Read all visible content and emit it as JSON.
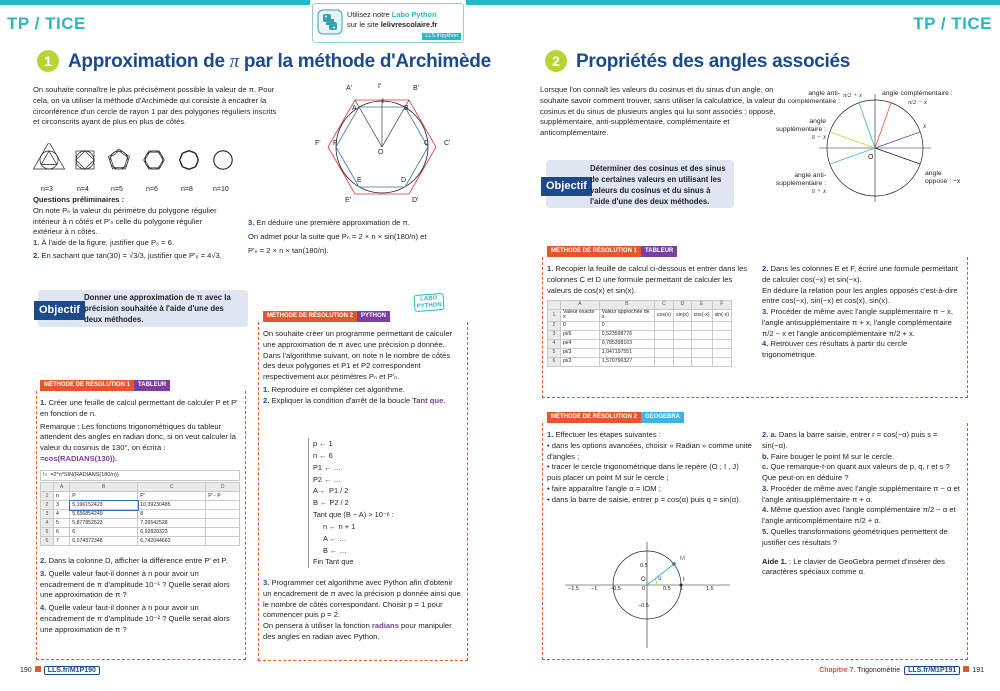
{
  "header": {
    "tp_left": "TP / TICE",
    "tp_right": "TP / TICE",
    "banner_line1_prefix": "Utilisez notre ",
    "banner_line1_link": "Labo Python",
    "banner_line2_prefix": "sur le site ",
    "banner_line2_link": "lelivrescolaire.fr",
    "banner_tag": "LLS.fr/python"
  },
  "left": {
    "number": "1",
    "title_a": "Approximation de ",
    "title_pi": "π",
    "title_b": " par la méthode d'Archimède",
    "intro": "On souhaite connaître le plus précisément possible la valeur de π. Pour cela, on va utiliser la méthode d'Archimède qui consiste à encadrer la circonférence d'un cercle de rayon 1 par des polygones réguliers inscrits et circonscrits ayant de plus en plus de côtés.",
    "polygons": [
      "n=3",
      "n=4",
      "n=5",
      "n=6",
      "n=8",
      "n=10"
    ],
    "fig_labels": [
      "A'",
      "I'",
      "B'",
      "A",
      "I",
      "B",
      "F'",
      "F",
      "C",
      "C'",
      "O",
      "E",
      "D",
      "E'",
      "D'"
    ],
    "questions_title": "Questions préliminaires :",
    "q_intro": "On note Pₙ la valeur du périmètre du polygone régulier intérieur à n côtés et P'ₙ celle du polygone régulier extérieur à n côtés.",
    "q1_num": "1.",
    "q1": " À l'aide de la figure, justifier que P₆ = 6.",
    "q2_num": "2.",
    "q2": " En sachant que tan(30) = √3/3, justifier que P'₆ = 4√3.",
    "q3_num": "3.",
    "q3": " En déduire une première approximation de π.",
    "q3_b": "On admet pour la suite que Pₙ = 2 × n × sin(180/n) et",
    "q3_c": "P'ₙ = 2 × n × tan(180/n).",
    "objectif_tag": "Objectif",
    "objectif_text": "Donner une approximation de π avec la précision souhaitée à l'aide d'une des deux méthodes.",
    "m1_a": "MÉTHODE DE RÉSOLUTION 1",
    "m1_b": "TABLEUR",
    "m1_q1_num": "1.",
    "m1_q1": " Créer une feuille de calcul permettant de calculer P et P' en fonction de n.",
    "m1_rem": "Remarque : Les fonctions trigonométriques du tableur attendent des angles en radian donc, si on veut calculer la valeur du cosinus de 130°, on écrira : ",
    "m1_formula": "=cos(RADIANS(130)).",
    "sheet_fx": "=2*n*SIN(RADIANS(180/n))",
    "sheet_cols": [
      "",
      "A",
      "B",
      "C",
      "D"
    ],
    "sheet_rows": [
      [
        "1",
        "n",
        "P",
        "P'",
        "P' - P"
      ],
      [
        "2",
        "3",
        "5,196152423",
        "10,39230485",
        ""
      ],
      [
        "3",
        "4",
        "5,656854249",
        "8",
        ""
      ],
      [
        "4",
        "5",
        "5,877852523",
        "7,26542528",
        ""
      ],
      [
        "5",
        "6",
        "6",
        "6,92820323",
        ""
      ],
      [
        "6",
        "7",
        "6,074372348",
        "6,742044663",
        ""
      ]
    ],
    "m1_q2_num": "2.",
    "m1_q2": " Dans la colonne D, afficher la différence entre P' et P.",
    "m1_q3_num": "3.",
    "m1_q3": " Quelle valeur faut-il donner à n pour avoir un encadrement de π d'amplitude 10⁻¹ ? Quelle serait alors une approximation de π ?",
    "m1_q4_num": "4.",
    "m1_q4": " Quelle valeur faut-il donner à n pour avoir un encadrement de π d'amplitude 10⁻² ? Quelle serait alors une approximation de π ?",
    "m2_a": "MÉTHODE DE RÉSOLUTION 2",
    "m2_b": "PYTHON",
    "labo": "LABO PYTHON",
    "m2_intro": "On souhaite créer un programme permettant de calculer une approximation de π avec une précision p donnée. Dans l'algorithme suivant, on note n le nombre de côtés des deux polygones et P1 et P2 correspondent respectivement aux périmètres Pₙ et P'ₙ.",
    "m2_q1_num": "1.",
    "m2_q1": " Reproduire et compléter cet algorithme.",
    "m2_q2_num": "2.",
    "m2_q2": " Expliquer la condition d'arrêt de la boucle ",
    "m2_q2_kw": "Tant que",
    "m2_q2_end": ".",
    "algo": [
      "p ← 1",
      "n ← 6",
      "P1 ← …",
      "P2 ← …",
      "A ← P1 / 2",
      "B ← P2 / 2",
      "Tant que (B − A) > 10⁻ᵖ :",
      "n ← n + 1",
      "A ← …",
      "B ← …",
      "Fin Tant que"
    ],
    "m2_q3_num": "3.",
    "m2_q3": " Programmer cet algorithme avec Python afin d'obtenir un encadrement de π avec la précision p donnée ainsi que le nombre de côtés correspondant. Choisir p = 1 pour commencer puis p = 2.",
    "m2_q3_b": "On pensera à utiliser la fonction ",
    "m2_q3_kw": "radians",
    "m2_q3_c": " pour manipuler des angles en radian avec Python."
  },
  "right": {
    "number": "2",
    "title": "Propriétés des angles associés",
    "intro": "Lorsque l'on connaît les valeurs du cosinus et du sinus d'un angle, on souhaite savoir comment trouver, sans utiliser la calculatrice, la valeur du cosinus et du sinus de plusieurs angles qui lui sont associés : opposé, supplémentaire, anti-supplémentaire, complémentaire et anticomplémentaire.",
    "circle_labels": {
      "anticomp": "angle anti-",
      "anticomp2": "complémentaire :",
      "anticomp_val": "π/2 + x",
      "comp": "angle complémentaire :",
      "comp_val": "π/2 − x",
      "supp": "angle",
      "supp2": "supplémentaire :",
      "supp_val": "π − x",
      "x": "x",
      "o": "O",
      "antisupp": "angle anti-",
      "antisupp2": "supplémentaire :",
      "antisupp_val": "π + x",
      "opp": "angle",
      "opp2": "opposé : −x"
    },
    "objectif_tag": "Objectif",
    "objectif_text": "Déterminer des cosinus et des sinus de certaines valeurs en utilisant les valeurs du cosinus et du sinus à l'aide d'une des deux méthodes.",
    "m1_a": "MÉTHODE DE RÉSOLUTION 1",
    "m1_b": "TABLEUR",
    "m1_q1_num": "1.",
    "m1_q1": " Recopier la feuille de calcul ci-dessous et entrer dans les colonnes C et D une formule permettant de calculer les valeurs de cos(x) et sin(x).",
    "sheet_cols": [
      "",
      "A",
      "B",
      "C",
      "D",
      "E",
      "F"
    ],
    "sheet_rows": [
      [
        "1",
        "Valeur exacte x",
        "Valeur approchée de x",
        "cos(x)",
        "sin(x)",
        "cos(-x)",
        "sin(-x)"
      ],
      [
        "2",
        "0",
        "0",
        "",
        "",
        "",
        ""
      ],
      [
        "3",
        "pi/6",
        "0,523598776",
        "",
        "",
        "",
        ""
      ],
      [
        "4",
        "pi/4",
        "0,785398163",
        "",
        "",
        "",
        ""
      ],
      [
        "5",
        "pi/3",
        "1,047197551",
        "",
        "",
        "",
        ""
      ],
      [
        "6",
        "pi/2",
        "1,570796327",
        "",
        "",
        "",
        ""
      ]
    ],
    "m1_q2_num": "2.",
    "m1_q2": " Dans les colonnes E et F, écrire une formule permettant de calculer cos(−x) et sin(−x).",
    "m1_q2_b": "En déduire la relation pour les angles opposés c'est-à-dire entre cos(−x), sin(−x) et cos(x), sin(x).",
    "m1_q3_num": "3.",
    "m1_q3": " Procéder de même avec l'angle supplémentaire π − x, l'angle antisupplémentaire π + x, l'angle complémentaire π/2 − x et l'angle anticomplémentaire π/2 + x.",
    "m1_q4_num": "4.",
    "m1_q4": " Retrouver ces résultats à partir du cercle trigonométrique.",
    "m2_a": "MÉTHODE DE RÉSOLUTION 2",
    "m2_b": "GEOGEBRA",
    "m2_q1_num": "1.",
    "m2_q1": " Effectuer les étapes suivantes :",
    "m2_steps": [
      "dans les options avancées, choisir « Radian » comme unité d'angles ;",
      "tracer le cercle trigonométrique dans le repère (O ; I , J) puis placer un point M sur le cercle ;",
      "faire apparaître l'angle α = IOM ;",
      "dans la barre de saisie, entrer p = cos(α) puis q = sin(α)."
    ],
    "m2_q2a_num": "2. a.",
    "m2_q2a": " Dans la barre saisie, entrer r = cos(−α) puis s = sin(−α).",
    "m2_q2b_num": "b.",
    "m2_q2b": " Faire bouger le point M sur le cercle.",
    "m2_q2c_num": "c.",
    "m2_q2c": " Que remarque-t-on quant aux valeurs de p, q, r et s ? Que peut-on en déduire ?",
    "m2_q3_num": "3.",
    "m2_q3": " Procéder de même avec l'angle supplémentaire π − α et l'angle antisupplémentaire π + α.",
    "m2_q4_num": "4.",
    "m2_q4": " Même question avec l'angle complémentaire π/2 − α et l'angle anticomplémentaire π/2 + α.",
    "m2_q5_num": "5.",
    "m2_q5": " Quelles transformations géométriques permettent de justifier ces résultats ?",
    "aide_num": "Aide 1.",
    "aide": " : Le clavier de GeoGebra permet d'insérer des caractères spéciaux comme α.",
    "geo_ticks": [
      "−1.5",
      "−1",
      "−0.5",
      "0",
      "0.5",
      "1",
      "1.5"
    ],
    "geo_yticks": [
      "0.5",
      "−0.5"
    ],
    "geo_labels": [
      "O",
      "α",
      "I",
      "M"
    ]
  },
  "footer": {
    "page_left": "190",
    "link_left": "LLS.fr/M1P190",
    "chapter": "Chapitre 7.",
    "chapter_name": " Trigonométrie",
    "link_right": "LLS.fr/M1P191",
    "page_right": "191"
  }
}
